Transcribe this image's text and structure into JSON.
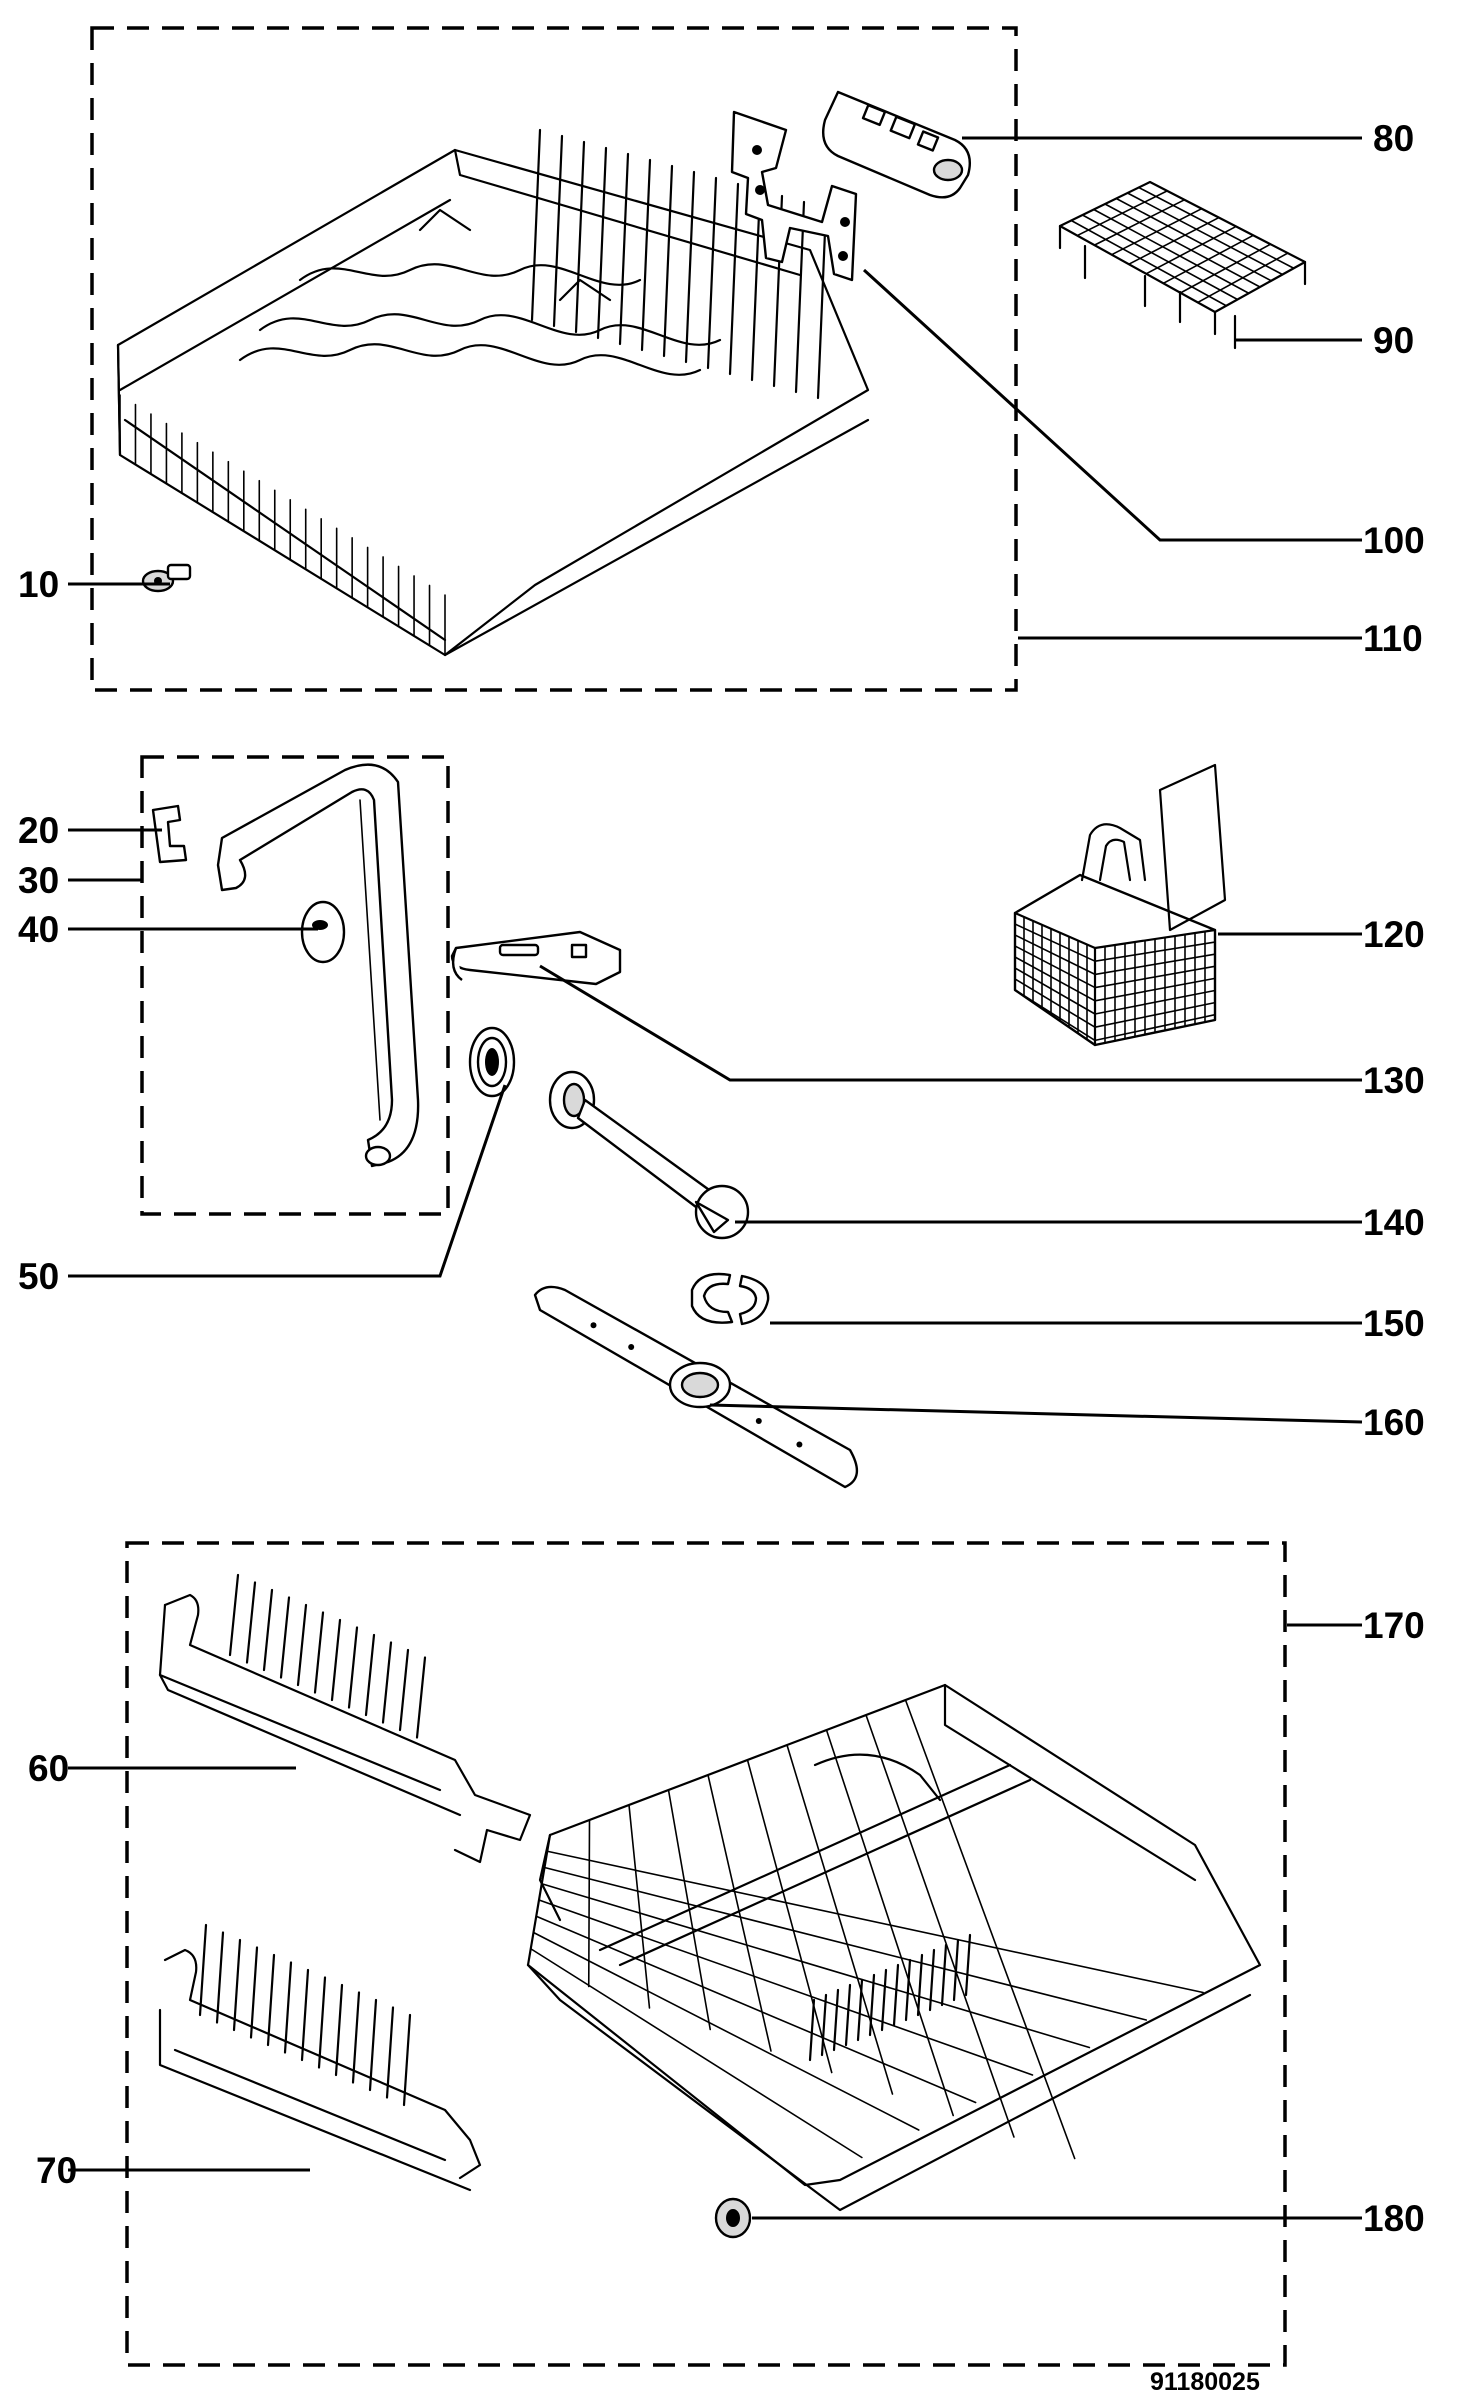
{
  "callouts": [
    {
      "text": "10"
    },
    {
      "text": "20"
    },
    {
      "text": "30"
    },
    {
      "text": "40"
    },
    {
      "text": "50"
    },
    {
      "text": "60"
    },
    {
      "text": "70"
    },
    {
      "text": "80"
    },
    {
      "text": "90"
    },
    {
      "text": "100"
    },
    {
      "text": "110"
    },
    {
      "text": "120"
    },
    {
      "text": "130"
    },
    {
      "text": "140"
    },
    {
      "text": "150"
    },
    {
      "text": "160"
    },
    {
      "text": "170"
    },
    {
      "text": "180"
    }
  ],
  "drawing_number": "91180025"
}
